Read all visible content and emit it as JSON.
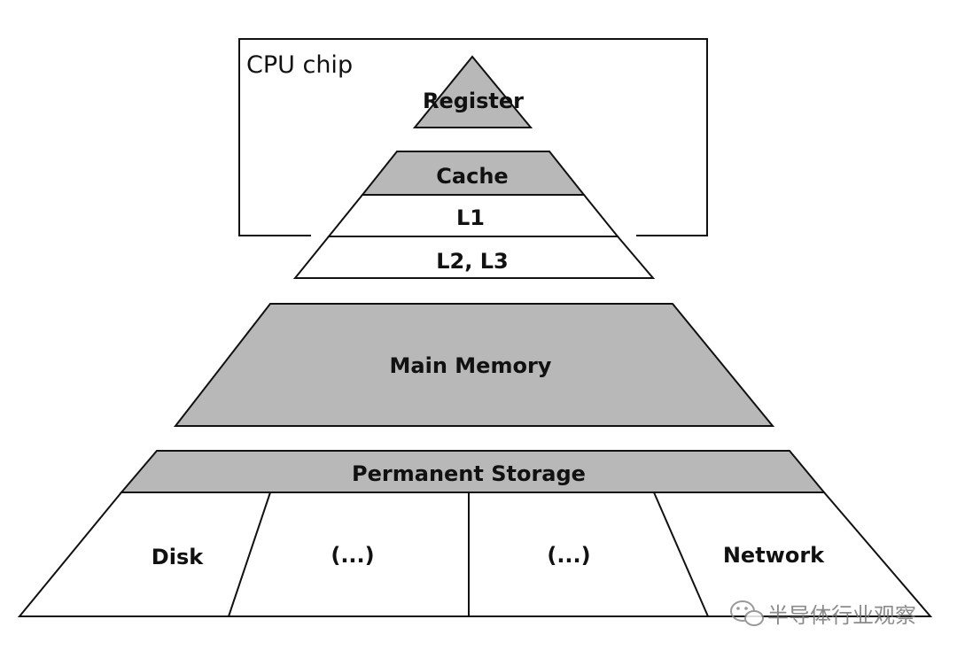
{
  "diagram": {
    "cpu_chip_label": "CPU chip",
    "levels": {
      "register": "Register",
      "cache": "Cache",
      "l1": "L1",
      "l2_l3": "L2, L3",
      "main_memory": "Main Memory",
      "permanent_storage": "Permanent Storage"
    },
    "storage_types": {
      "disk": "Disk",
      "other_1": "(...)",
      "other_2": "(...)",
      "network": "Network"
    }
  },
  "watermark": {
    "text": "半导体行业观察",
    "icon": "wechat-icon"
  },
  "colors": {
    "fill_gray": "#b8b8b8",
    "fill_white": "#ffffff",
    "stroke": "#111111"
  }
}
